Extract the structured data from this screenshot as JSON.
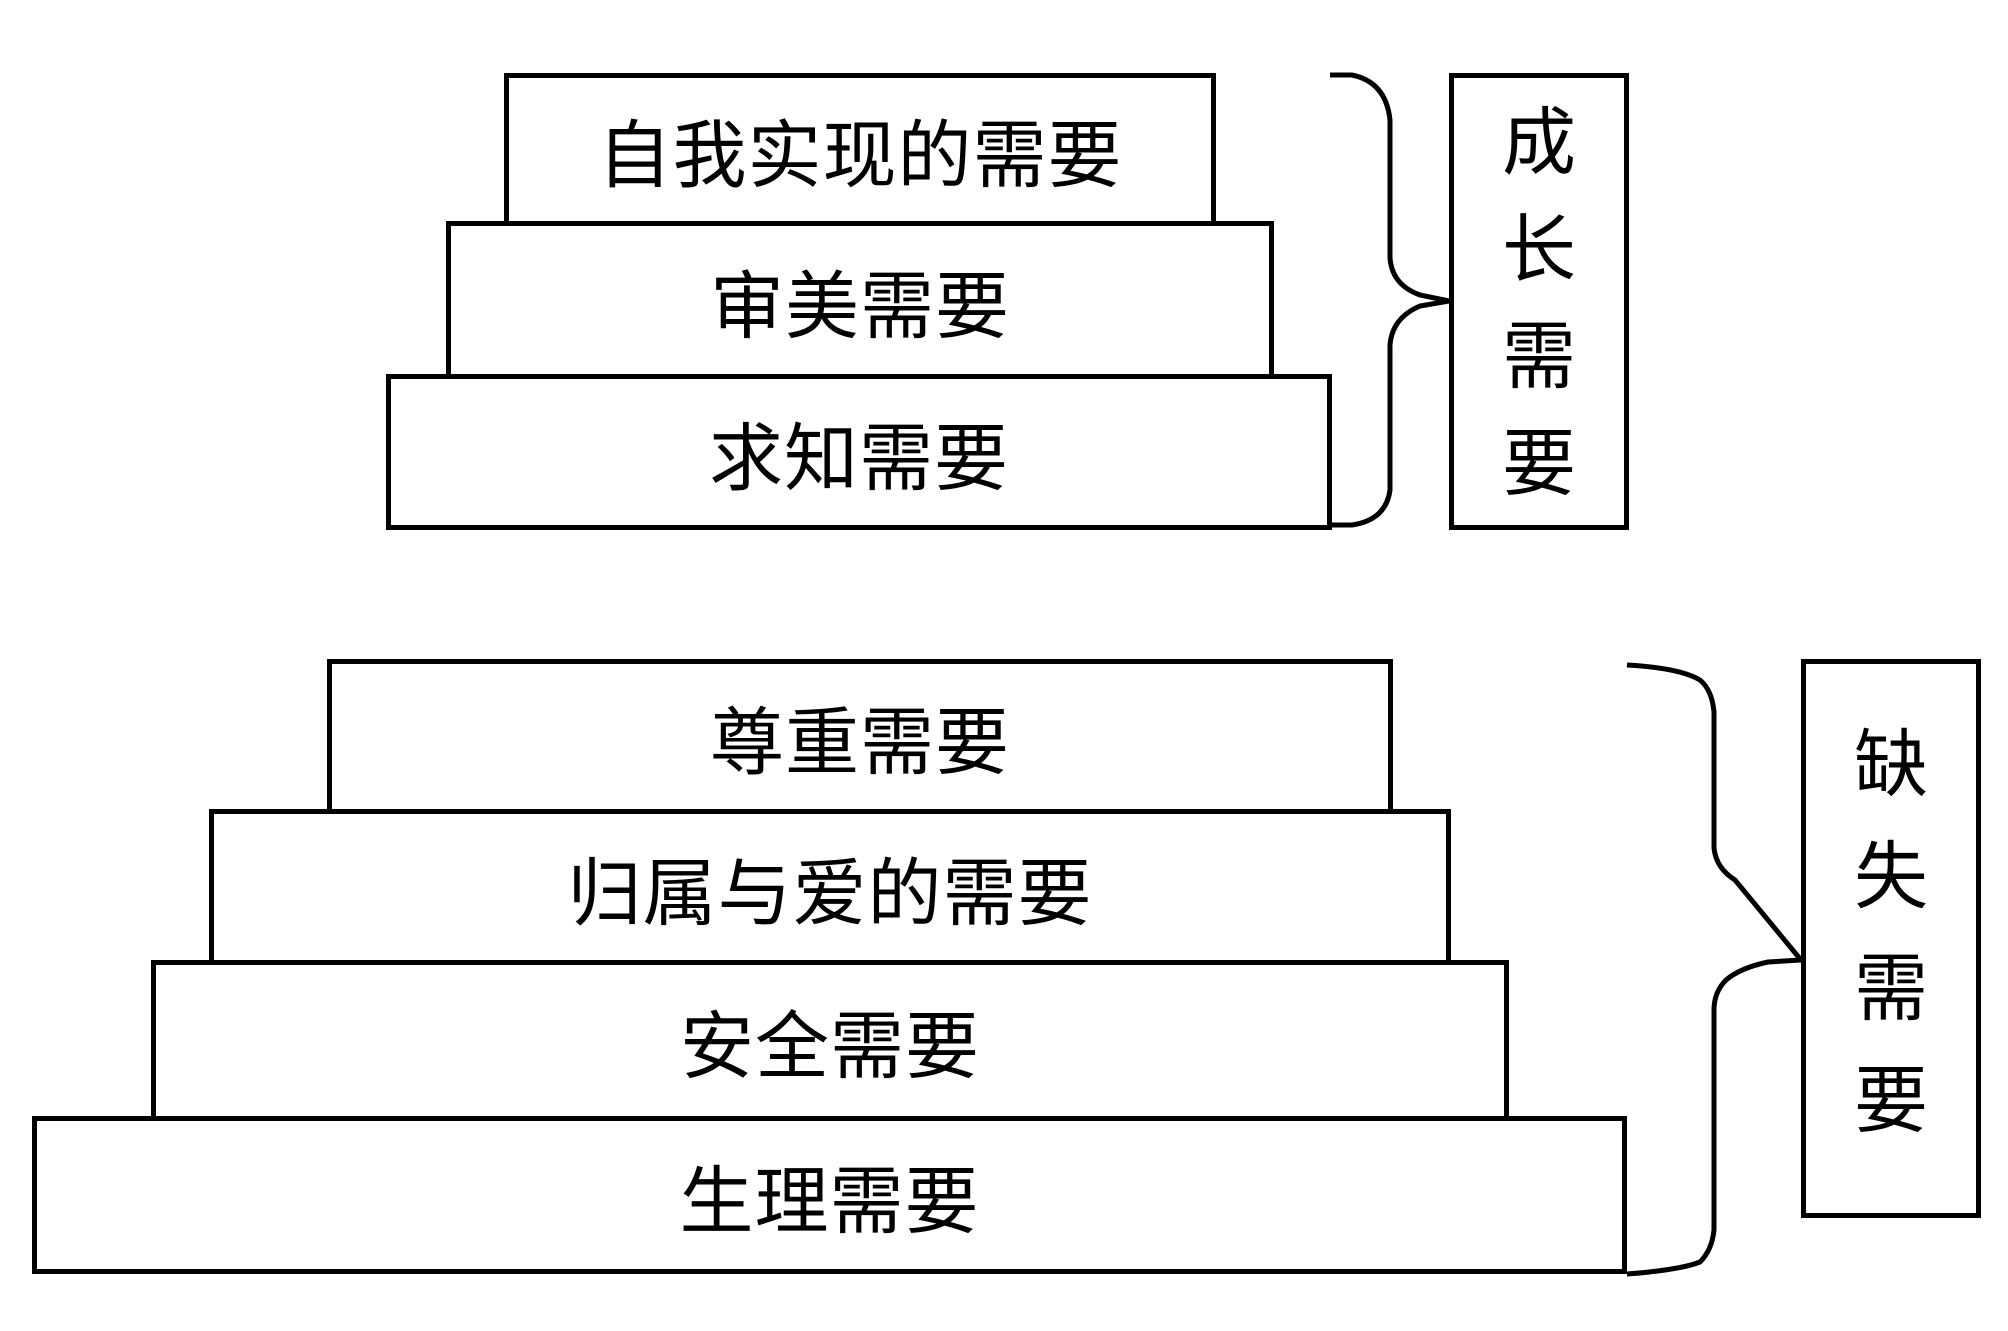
{
  "colors": {
    "stroke": "#000000",
    "background": "#ffffff"
  },
  "growth_group": {
    "levels": [
      {
        "label": "自我实现的需要"
      },
      {
        "label": "审美需要"
      },
      {
        "label": "求知需要"
      }
    ],
    "category": {
      "chars": [
        "成",
        "长",
        "需",
        "要"
      ],
      "label": "成长需要"
    }
  },
  "deficiency_group": {
    "levels": [
      {
        "label": "尊重需要"
      },
      {
        "label": "归属与爱的需要"
      },
      {
        "label": "安全需要"
      },
      {
        "label": "生理需要"
      }
    ],
    "category": {
      "chars": [
        "缺",
        "失",
        "需",
        "要"
      ],
      "label": "缺失需要"
    }
  }
}
